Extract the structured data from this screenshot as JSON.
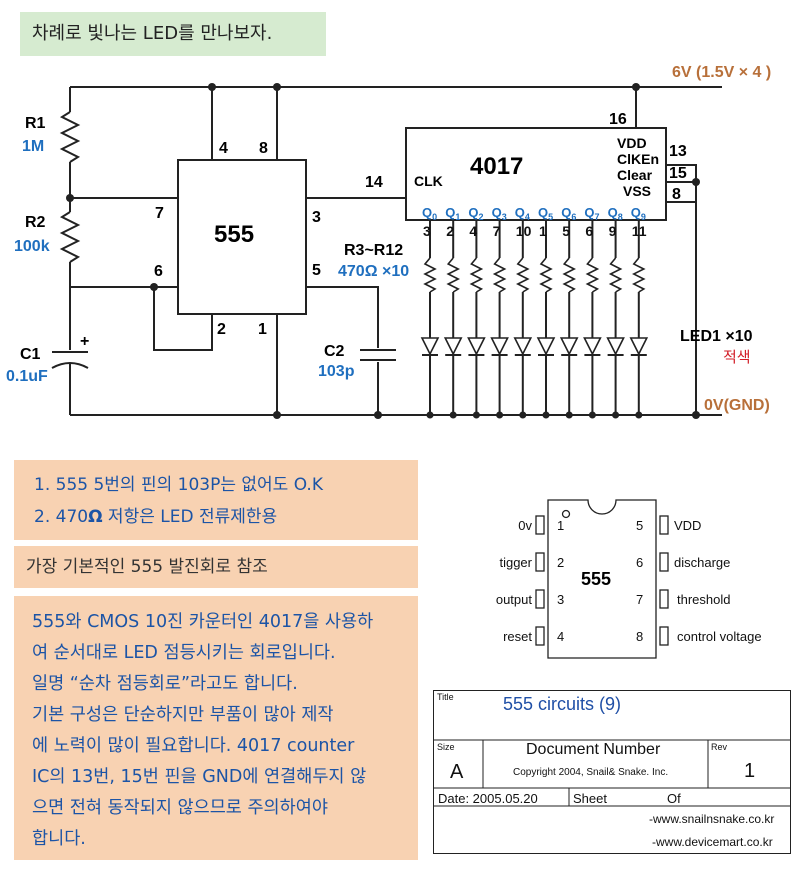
{
  "title": "차례로 빛나는 LED를 만나보자.",
  "circuit": {
    "supply_label": "6V (1.5V × 4 )",
    "ground_label": "0V(GND)",
    "r1_label": "R1",
    "r1_value": "1M",
    "r2_label": "R2",
    "r2_value": "100k",
    "c1_label": "C1",
    "c1_value": "0.1uF",
    "c1_polarity": "+",
    "c2_label": "C2",
    "c2_value": "103p",
    "ic555_label": "555",
    "ic555_pins": {
      "p4": "4",
      "p8": "8",
      "p7": "7",
      "p6": "6",
      "p2": "2",
      "p1": "1",
      "p3": "3",
      "p5": "5"
    },
    "ic4017_label": "4017",
    "ic4017_clk": "CLK",
    "ic4017_vdd": "VDD",
    "ic4017_clken": "ClKEn",
    "ic4017_clear": "Clear",
    "ic4017_vss": "VSS",
    "ic4017_pins": {
      "p16": "16",
      "p13": "13",
      "p15": "15",
      "p8": "8",
      "p14": "14"
    },
    "outputs": [
      "0",
      "1",
      "2",
      "3",
      "4",
      "5",
      "6",
      "7",
      "8",
      "9"
    ],
    "output_prefix": "Q",
    "output_pins": [
      "3",
      "2",
      "4",
      "7",
      "10",
      "1",
      "5",
      "6",
      "9",
      "11"
    ],
    "resistors_label": "R3~R12",
    "resistors_value": "470Ω ×10",
    "led_label": "LED1 ×10",
    "led_color": "적색"
  },
  "notes": {
    "line1": "1. 555 5번의 핀의 103P는 없어도 O.K",
    "line2_pre": "2. 470",
    "line2_omega": "Ω",
    "line2_post": " 저항은 LED 전류제한용"
  },
  "reference": "가장 기본적인 555 발진회로 참조",
  "description": [
    "555와 CMOS 10진 카운터인 4017을 사용하",
    "여 순서대로 LED 점등시키는 회로입니다.",
    "일명 “순차 점등회로”라고도 합니다.",
    "기본 구성은 단순하지만 부품이 많아 제작",
    "에 노력이 많이 필요합니다. 4017 counter",
    "IC의 13번, 15번 핀을 GND에 연결해두지 않",
    "으면 전혀 동작되지 않으므로 주의하여야",
    "합니다."
  ],
  "pinout": {
    "chip_label": "555",
    "left": [
      {
        "name": "0v",
        "num": "1"
      },
      {
        "name": "tigger",
        "num": "2"
      },
      {
        "name": "output",
        "num": "3"
      },
      {
        "name": "reset",
        "num": "4"
      }
    ],
    "right": [
      {
        "name": "VDD",
        "num": "5"
      },
      {
        "name": "discharge",
        "num": "6"
      },
      {
        "name": "threshold",
        "num": "7"
      },
      {
        "name": "control voltage",
        "num": "8"
      }
    ]
  },
  "title_block": {
    "title_caption": "Title",
    "title_value": "555 circuits (9)",
    "size_caption": "Size",
    "size_value": "A",
    "doc_number": "Document Number",
    "copyright": "Copyright 2004, Snail& Snake. Inc.",
    "rev_caption": "Rev",
    "rev_value": "1",
    "date": "Date: 2005.05.20",
    "sheet": "Sheet",
    "of": "Of",
    "url1": "-www.snailnsnake.co.kr",
    "url2": "-www.devicemart.co.kr"
  },
  "colors": {
    "wire": "#222222",
    "blue_label": "#1f6fbf",
    "orange_label": "#b8703a",
    "red_label": "#d21e28",
    "title_bg": "#d6ebd0",
    "note_bg": "#f8d2b2"
  }
}
